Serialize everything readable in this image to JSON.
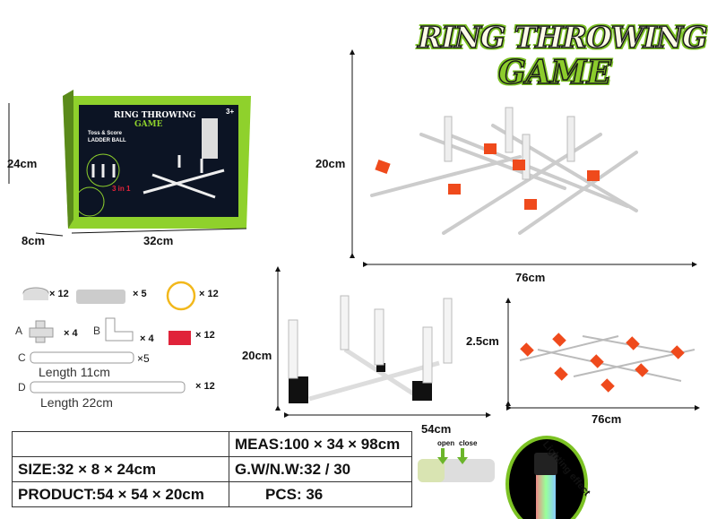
{
  "title": {
    "line1": "RING THROWING",
    "line2": "GAME"
  },
  "box": {
    "height_label": "24cm",
    "depth_label": "8cm",
    "width_label": "32cm",
    "box_title": "RING THROWING",
    "box_subtitle": "GAME",
    "tagline1": "Toss & Score",
    "tagline2": "LADDER BALL",
    "badge": "3+",
    "combo": "3 in 1"
  },
  "full_game": {
    "height_label": "20cm",
    "width_label": "76cm"
  },
  "ladder": {
    "height_label": "20cm",
    "width_label": "54cm"
  },
  "flat": {
    "height_label": "2.5cm",
    "width_label": "76cm"
  },
  "parts": [
    {
      "name": "cap",
      "qty": "× 12"
    },
    {
      "name": "connector",
      "qty": "× 5"
    },
    {
      "name": "ring",
      "qty": "× 12",
      "color": "#f2b81c"
    },
    {
      "letter": "A",
      "name": "cross-joint",
      "qty": "× 4"
    },
    {
      "letter": "B",
      "name": "elbow",
      "qty": "× 4"
    },
    {
      "name": "beanbag",
      "qty": "× 12",
      "color": "#e0233a"
    },
    {
      "letter": "C",
      "name": "short-tube",
      "qty": "×5",
      "length": "Length 11cm"
    },
    {
      "letter": "D",
      "name": "long-tube",
      "qty": "× 12",
      "length": "Length 22cm"
    }
  ],
  "specs": {
    "meas": "MEAS:100 × 34 × 98cm",
    "size": "SIZE:32 × 8 × 24cm",
    "gw_nw": "G.W/N.W:32 / 30",
    "product": "PRODUCT:54 × 54 × 20cm",
    "pcs": "PCS: 36"
  },
  "switch": {
    "open": "open",
    "close": "close"
  },
  "lighting": {
    "label": "Lighting effect"
  },
  "colors": {
    "green": "#7cc224",
    "orange": "#ef4a1c",
    "dark": "#111"
  }
}
